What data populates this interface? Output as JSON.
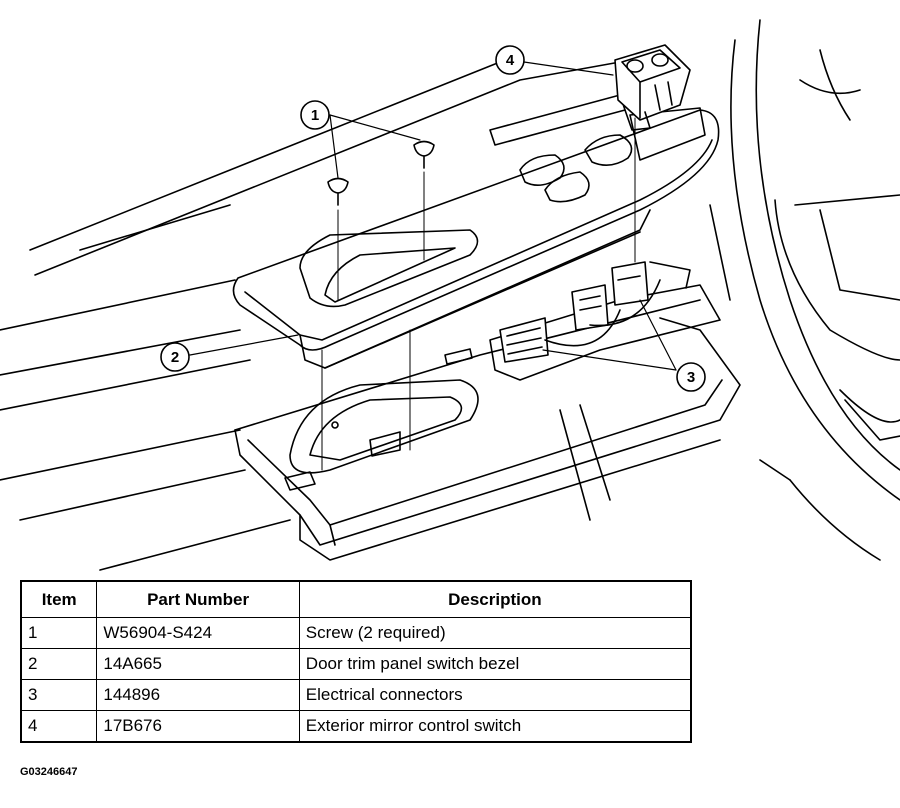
{
  "callouts": [
    "1",
    "2",
    "3",
    "4"
  ],
  "table": {
    "headers": [
      "Item",
      "Part Number",
      "Description"
    ],
    "rows": [
      [
        "1",
        "W56904-S424",
        "Screw (2 required)"
      ],
      [
        "2",
        "14A665",
        "Door trim panel switch bezel"
      ],
      [
        "3",
        "144896",
        "Electrical connectors"
      ],
      [
        "4",
        "17B676",
        "Exterior mirror control switch"
      ]
    ]
  },
  "figure_id": "G03246647"
}
